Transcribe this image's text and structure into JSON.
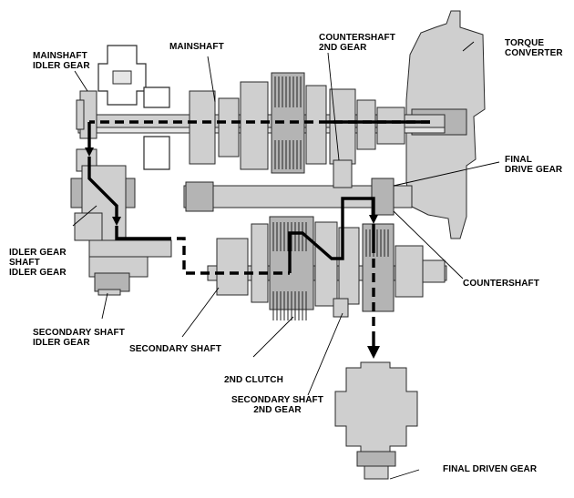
{
  "labels": {
    "mainshaft_idler_gear": [
      "MAINSHAFT",
      "IDLER GEAR"
    ],
    "mainshaft": "MAINSHAFT",
    "countershaft_2nd_gear": [
      "COUNTERSHAFT",
      "2ND GEAR"
    ],
    "torque_converter": [
      "TORQUE",
      "CONVERTER"
    ],
    "final_drive_gear": [
      "FINAL",
      "DRIVE GEAR"
    ],
    "idler_gear_shaft_idler_gear": [
      "IDLER GEAR",
      "SHAFT",
      "IDLER GEAR"
    ],
    "countershaft": "COUNTERSHAFT",
    "secondary_shaft_idler_gear": [
      "SECONDARY SHAFT",
      "IDLER GEAR"
    ],
    "secondary_shaft": "SECONDARY SHAFT",
    "second_clutch": "2ND CLUTCH",
    "secondary_shaft_2nd_gear": [
      "SECONDARY SHAFT",
      "2ND GEAR"
    ],
    "final_driven_gear": "FINAL DRIVEN GEAR"
  },
  "colors": {
    "part_fill": "#cfcfcf",
    "part_dark": "#b4b4b4",
    "outline": "#2a2a2a",
    "power_flow": "#000000"
  }
}
